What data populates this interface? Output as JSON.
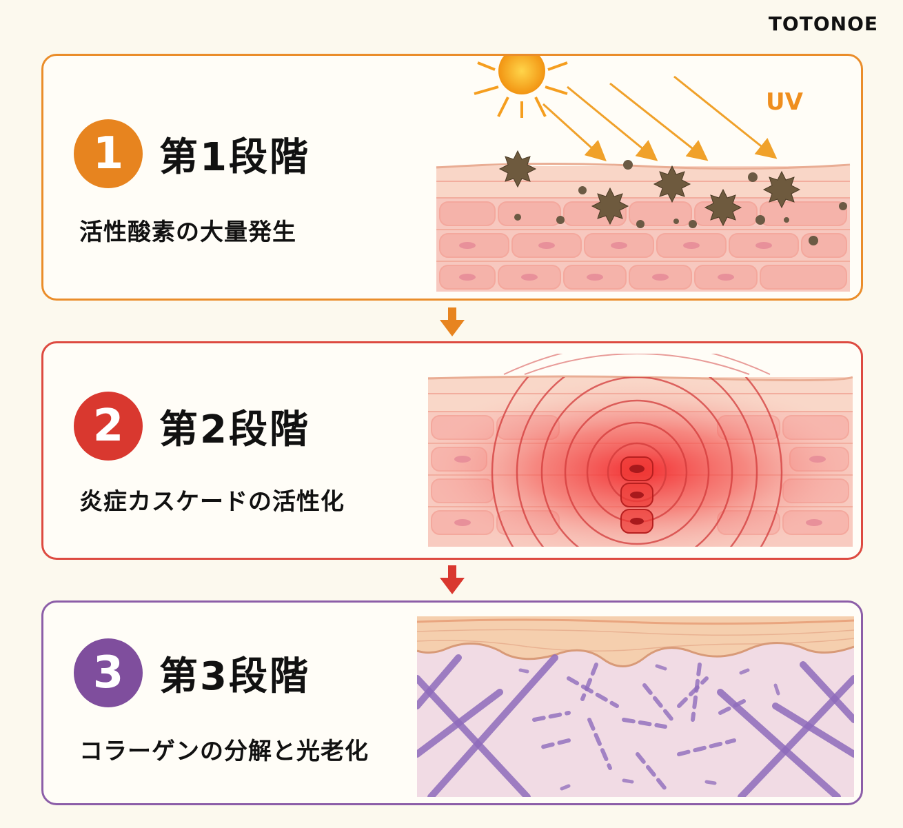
{
  "brand": "TOTONOE",
  "stages": [
    {
      "number": "1",
      "title": "第1段階",
      "description": "活性酸素の大量発生",
      "label": "UV",
      "color": "#e7841f"
    },
    {
      "number": "2",
      "title": "第2段階",
      "description": "炎症カスケードの活性化",
      "color": "#d9382f"
    },
    {
      "number": "3",
      "title": "第3段階",
      "description": "コラーゲンの分解と光老化",
      "color": "#7f4e9d"
    }
  ],
  "icons": [
    "sun-icon",
    "down-arrow-icon"
  ]
}
